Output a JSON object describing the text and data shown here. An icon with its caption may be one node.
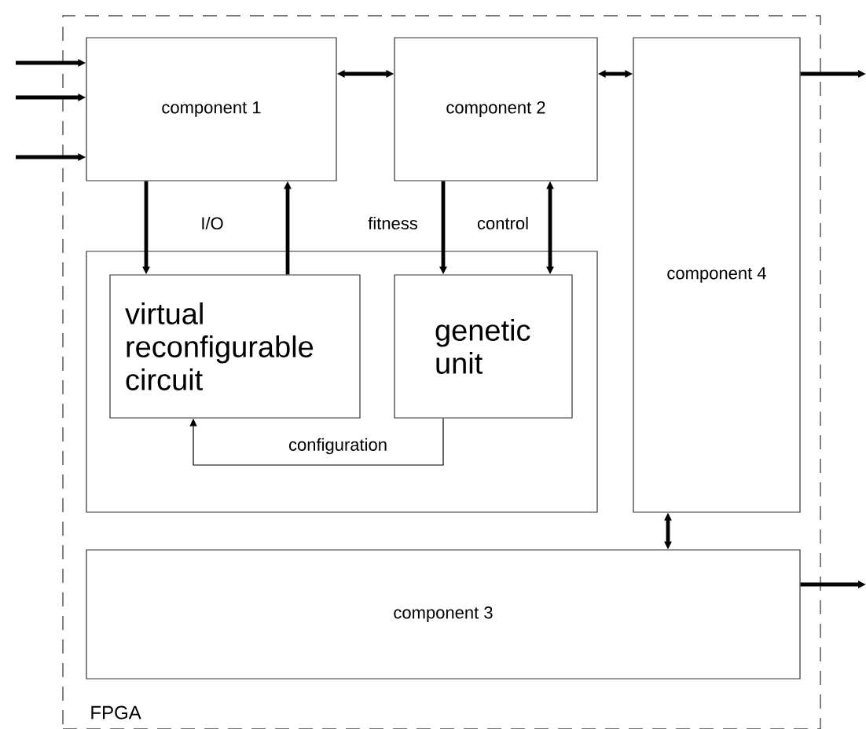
{
  "diagram": {
    "nodes": [
      {
        "text": [
          "FPGA"
        ]
      },
      {
        "text": [
          "component 1"
        ],
        "in": 0
      },
      {
        "text": [
          "component 2"
        ],
        "in": 0
      },
      {
        "text": [
          "component 4"
        ],
        "in": 0
      },
      {
        "text": [],
        "shape": "box",
        "in": 0
      },
      {
        "text": [
          "virtual reconfigurable circuit"
        ],
        "in": 4
      },
      {
        "text": [
          "genetic unit"
        ],
        "in": 4
      },
      {
        "text": [
          "component 3"
        ],
        "in": 0
      }
    ],
    "edges": [
      {
        "from": null,
        "to": 1,
        "arrow": "to"
      },
      {
        "from": null,
        "to": 1,
        "arrow": "to"
      },
      {
        "from": null,
        "to": 1,
        "arrow": "to"
      },
      {
        "from": 1,
        "to": 2,
        "arrow": "both"
      },
      {
        "from": 2,
        "to": 3,
        "arrow": "both"
      },
      {
        "from": 3,
        "to": null,
        "arrow": "to"
      },
      {
        "from": 1,
        "to": 5,
        "arrow": "to"
      },
      {
        "from": 5,
        "to": 1,
        "arrow": "to"
      },
      {
        "from": 2,
        "to": 6,
        "arrow": "to",
        "label": "fitness"
      },
      {
        "from": 2,
        "to": 6,
        "arrow": "both",
        "label": "control"
      },
      {
        "from": 6,
        "to": 5,
        "arrow": "to",
        "label": "configuration"
      },
      {
        "from": 3,
        "to": 7,
        "arrow": "both"
      },
      {
        "from": 7,
        "to": null,
        "arrow": "to"
      }
    ],
    "labels": [
      "I/O"
    ]
  }
}
